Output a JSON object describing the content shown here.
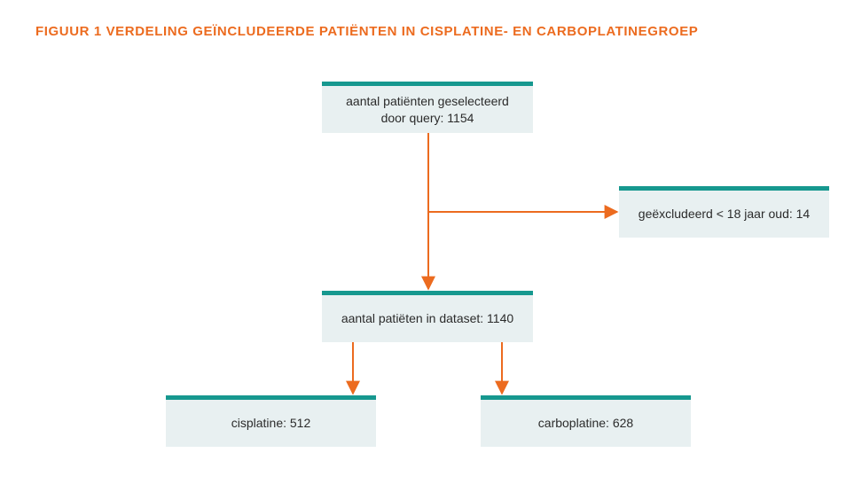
{
  "title": "FIGUUR 1  VERDELING GEÏNCLUDEERDE PATIËNTEN IN CISPLATINE- EN CARBOPLATINEGROEP",
  "boxes": {
    "query": {
      "line1": "aantal patiënten geselecteerd",
      "line2": "door query: 1154"
    },
    "excluded": {
      "label": "geëxcludeerd < 18 jaar oud: 14"
    },
    "dataset": {
      "label": "aantal patiëten in dataset: 1140"
    },
    "cisplatine": {
      "label": "cisplatine: 512"
    },
    "carboplatine": {
      "label": "carboplatine: 628"
    }
  },
  "colors": {
    "title": "#ec6b1f",
    "arrow": "#ec6b1f",
    "box_fill": "#e8f0f1",
    "box_border": "#16988f"
  }
}
